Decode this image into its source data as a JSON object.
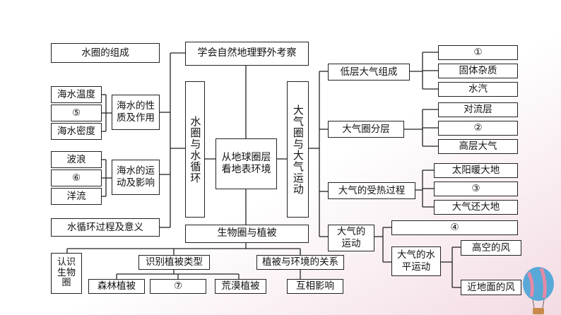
{
  "colors": {
    "background_wash": "#f3dbe3",
    "box_border": "#222222",
    "line": "#222222",
    "balloon_blue": "#58a8d8",
    "balloon_pink": "#e48aa6"
  },
  "decoration": {
    "balloon": "hot-air-balloon-icon"
  },
  "center": "从地球圈层\n看地表环境",
  "top_title": "学会自然地理野外考察",
  "hydrosphere": {
    "column": "水圈与水循环",
    "composition": "水圈的组成",
    "properties": {
      "label": "海水的性\n质及作用",
      "items": [
        "海水温度",
        "⑤",
        "海水密度"
      ]
    },
    "motion": {
      "label": "海水的运\n动及影响",
      "items": [
        "波浪",
        "⑥",
        "洋流"
      ]
    },
    "cycle": "水循环过程及意义"
  },
  "atmosphere": {
    "column": "大气圈与大气运动",
    "lower_composition": {
      "label": "低层大气组成",
      "items": [
        "①",
        "固体杂质",
        "水汽"
      ]
    },
    "layers": {
      "label": "大气圈分层",
      "items": [
        "对流层",
        "②",
        "高层大气"
      ]
    },
    "heating": {
      "label": "大气的受热过程",
      "items": [
        "太阳暖大地",
        "③",
        "大气还大地"
      ]
    },
    "motion": {
      "label": "大气的\n运动",
      "item4": "④",
      "horizontal": {
        "label": "大气的水\n平运动",
        "items": [
          "高空的风",
          "近地面的风"
        ]
      }
    }
  },
  "biosphere": {
    "title": "生物圈与植被",
    "recognize": "认识\n生物\n圈",
    "identify": {
      "label": "识别植被类型",
      "items": [
        "森林植被",
        "⑦",
        "荒漠植被"
      ]
    },
    "environment": {
      "label": "植被与环境的关系",
      "items": [
        "互相影响"
      ]
    }
  }
}
